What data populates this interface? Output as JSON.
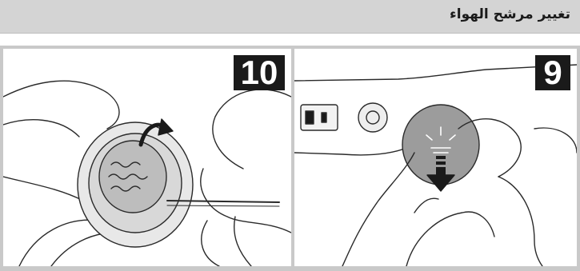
{
  "header": {
    "title": "تغيير مرشح الهواء"
  },
  "steps": [
    {
      "number": "10",
      "description_icon": "twist-filter-cap-with-tool"
    },
    {
      "number": "9",
      "description_icon": "pull-filter-cover-out"
    }
  ],
  "colors": {
    "header_bg": "#d4d4d4",
    "frame": "#c9c9c9",
    "badge_bg": "#1a1a1a",
    "badge_text": "#ffffff"
  }
}
